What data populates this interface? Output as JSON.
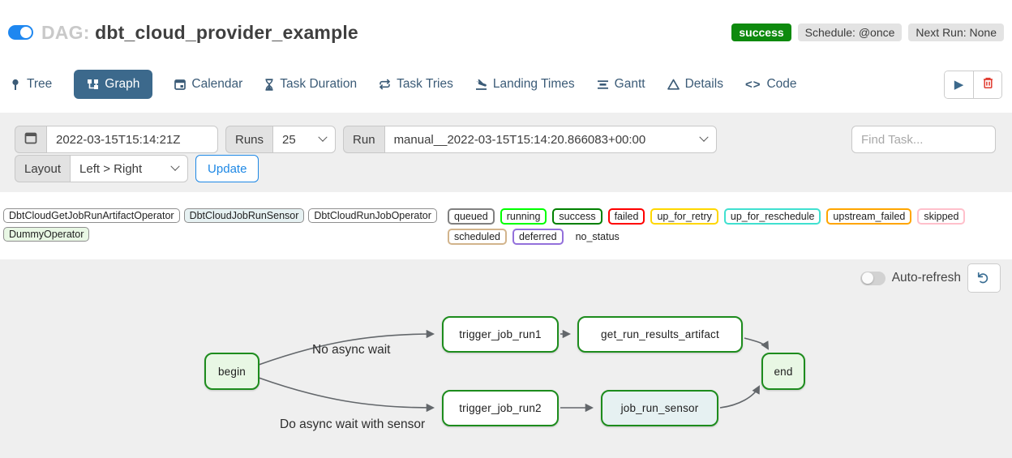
{
  "header": {
    "dag_prefix": "DAG:",
    "dag_title": "dbt_cloud_provider_example",
    "status_badge": "success",
    "schedule_badge": "Schedule: @once",
    "next_run_badge": "Next Run: None"
  },
  "tabs": [
    {
      "label": "Tree",
      "icon": "tree-icon"
    },
    {
      "label": "Graph",
      "icon": "graph-icon",
      "active": true
    },
    {
      "label": "Calendar",
      "icon": "calendar-icon"
    },
    {
      "label": "Task Duration",
      "icon": "hourglass-icon"
    },
    {
      "label": "Task Tries",
      "icon": "repeat-icon"
    },
    {
      "label": "Landing Times",
      "icon": "plane-landing-icon"
    },
    {
      "label": "Gantt",
      "icon": "gantt-icon"
    },
    {
      "label": "Details",
      "icon": "triangle-icon"
    },
    {
      "label": "Code",
      "icon": "code-icon",
      "code_glyph": "<>"
    }
  ],
  "toolbar": {
    "play_glyph": "▶",
    "refresh_glyph": "↻"
  },
  "filters": {
    "date_value": "2022-03-15T15:14:21Z",
    "runs_label": "Runs",
    "runs_value": "25",
    "run_label": "Run",
    "run_value": "manual__2022-03-15T15:14:20.866083+00:00",
    "find_task_placeholder": "Find Task...",
    "layout_label": "Layout",
    "layout_value": "Left > Right",
    "update_label": "Update"
  },
  "legend": {
    "operators": [
      {
        "label": "DbtCloudGetJobRunArtifactOperator",
        "bg": "#ffffff"
      },
      {
        "label": "DbtCloudJobRunSensor",
        "bg": "#e6f1f2"
      },
      {
        "label": "DbtCloudRunJobOperator",
        "bg": "#ffffff"
      },
      {
        "label": "DummyOperator",
        "bg": "#e8f7e4"
      }
    ],
    "statuses": [
      {
        "label": "queued",
        "color": "#808080"
      },
      {
        "label": "running",
        "color": "#00ff00"
      },
      {
        "label": "success",
        "color": "#008000"
      },
      {
        "label": "failed",
        "color": "#ff0000"
      },
      {
        "label": "up_for_retry",
        "color": "#ffd700"
      },
      {
        "label": "up_for_reschedule",
        "color": "#40e0d0"
      },
      {
        "label": "upstream_failed",
        "color": "#ffa500"
      },
      {
        "label": "skipped",
        "color": "#ffc0cb"
      },
      {
        "label": "scheduled",
        "color": "#d2b48c"
      },
      {
        "label": "deferred",
        "color": "#9370db"
      },
      {
        "label": "no_status",
        "color": "transparent"
      }
    ]
  },
  "graph": {
    "auto_refresh_label": "Auto-refresh",
    "node_border_color": "#1d8c1d",
    "nodes": [
      {
        "id": "begin",
        "label": "begin",
        "bg": "#e8f7e4",
        "state": "success"
      },
      {
        "id": "trigger_job_run1",
        "label": "trigger_job_run1",
        "bg": "#ffffff",
        "state": "success"
      },
      {
        "id": "get_run_results_artifact",
        "label": "get_run_results_artifact",
        "bg": "#ffffff",
        "state": "success"
      },
      {
        "id": "trigger_job_run2",
        "label": "trigger_job_run2",
        "bg": "#ffffff",
        "state": "success"
      },
      {
        "id": "job_run_sensor",
        "label": "job_run_sensor",
        "bg": "#e6f1f2",
        "state": "success"
      },
      {
        "id": "end",
        "label": "end",
        "bg": "#e8f7e4",
        "state": "success"
      }
    ],
    "edge_labels": [
      {
        "text": "No async wait"
      },
      {
        "text": "Do async wait with sensor"
      }
    ]
  },
  "colors": {
    "toggle_on_blue": "#1e87f0",
    "active_tab_blue": "#3c698c",
    "success_badge_green": "#0e8a0e",
    "update_button_blue": "#1e88e5",
    "delete_red": "#e03b2f",
    "edge_gray": "#63676b"
  }
}
